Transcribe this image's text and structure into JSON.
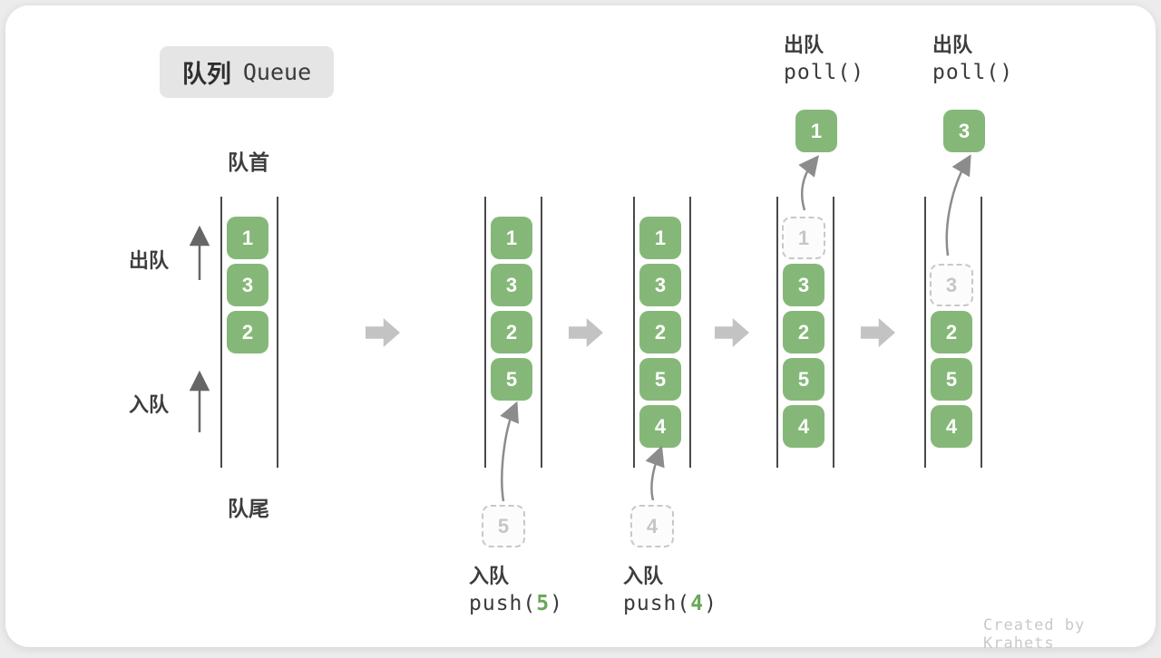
{
  "title": {
    "zh": "队列",
    "en": "Queue"
  },
  "labels": {
    "front": "队首",
    "rear": "队尾",
    "dequeue_side": "出队",
    "enqueue_side": "入队"
  },
  "operations": {
    "push5": {
      "name": "入队",
      "code_pre": "push(",
      "arg": "5",
      "code_post": ")"
    },
    "push4": {
      "name": "入队",
      "code_pre": "push(",
      "arg": "4",
      "code_post": ")"
    },
    "poll1": {
      "name": "出队",
      "code": "poll()"
    },
    "poll2": {
      "name": "出队",
      "code": "poll()"
    }
  },
  "states": [
    {
      "cells": [
        {
          "slot": 0,
          "value": "1",
          "style": "solid"
        },
        {
          "slot": 1,
          "value": "3",
          "style": "solid"
        },
        {
          "slot": 2,
          "value": "2",
          "style": "solid"
        }
      ]
    },
    {
      "cells": [
        {
          "slot": 0,
          "value": "1",
          "style": "solid"
        },
        {
          "slot": 1,
          "value": "3",
          "style": "solid"
        },
        {
          "slot": 2,
          "value": "2",
          "style": "solid"
        },
        {
          "slot": 3,
          "value": "5",
          "style": "solid"
        }
      ],
      "incoming": "5"
    },
    {
      "cells": [
        {
          "slot": 0,
          "value": "1",
          "style": "solid"
        },
        {
          "slot": 1,
          "value": "3",
          "style": "solid"
        },
        {
          "slot": 2,
          "value": "2",
          "style": "solid"
        },
        {
          "slot": 3,
          "value": "5",
          "style": "solid"
        },
        {
          "slot": 4,
          "value": "4",
          "style": "solid"
        }
      ],
      "incoming": "4"
    },
    {
      "cells": [
        {
          "slot": 0,
          "value": "1",
          "style": "dashed"
        },
        {
          "slot": 1,
          "value": "3",
          "style": "solid"
        },
        {
          "slot": 2,
          "value": "2",
          "style": "solid"
        },
        {
          "slot": 3,
          "value": "5",
          "style": "solid"
        },
        {
          "slot": 4,
          "value": "4",
          "style": "solid"
        }
      ],
      "ejected": "1"
    },
    {
      "cells": [
        {
          "slot": 1,
          "value": "3",
          "style": "dashed"
        },
        {
          "slot": 2,
          "value": "2",
          "style": "solid"
        },
        {
          "slot": 3,
          "value": "5",
          "style": "solid"
        },
        {
          "slot": 4,
          "value": "4",
          "style": "solid"
        }
      ],
      "ejected": "3"
    }
  ],
  "colors": {
    "box_green": "#85b878",
    "accent_green": "#67a956",
    "wall_gray": "#4a4a4a",
    "block_arrow_gray": "#c3c3c3",
    "flow_arrow_gray": "#8c8c8c",
    "dashed_gray": "#c8c8c8"
  },
  "watermark": "Created by Krahets"
}
